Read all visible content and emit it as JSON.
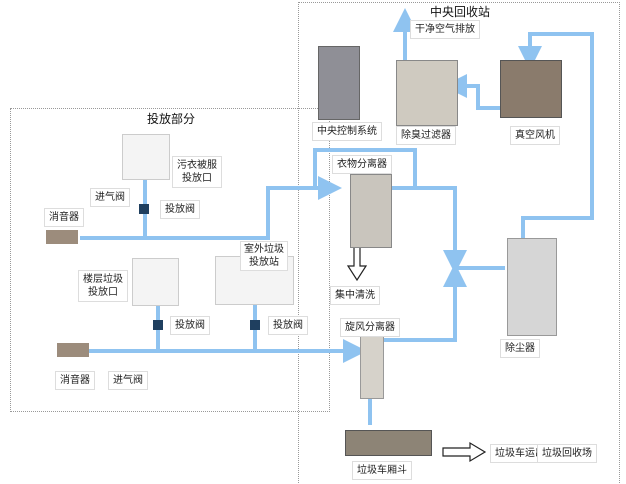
{
  "regions": {
    "delivery_title": "投放部分",
    "central_title": "中央回收站"
  },
  "labels": {
    "clean_air": "干净空气排放",
    "control_system": "中央控制系统",
    "deodor_filter": "除臭过滤器",
    "vacuum_fan": "真空风机",
    "clothes_separator": "衣物分离器",
    "central_wash": "集中清洗",
    "cyclone_separator": "旋风分离器",
    "dust_collector": "除尘器",
    "truck_hopper": "垃圾车厢斗",
    "truck_out": "垃圾车运出",
    "recycle_yard": "垃圾回收场",
    "laundry_inlet": "污衣被服\n投放口",
    "floor_inlet": "楼层垃圾\n投放口",
    "outdoor_station": "室外垃圾\n投放站",
    "valve_1": "投放阀",
    "valve_2": "投放阀",
    "valve_3": "投放阀",
    "muffler_1": "消音器",
    "muffler_2": "消音器",
    "intake_valve_1": "进气阀",
    "intake_valve_2": "进气阀"
  },
  "colors": {
    "pipe": "#8fc3f0",
    "pipe_dark": "#6aaee8"
  }
}
